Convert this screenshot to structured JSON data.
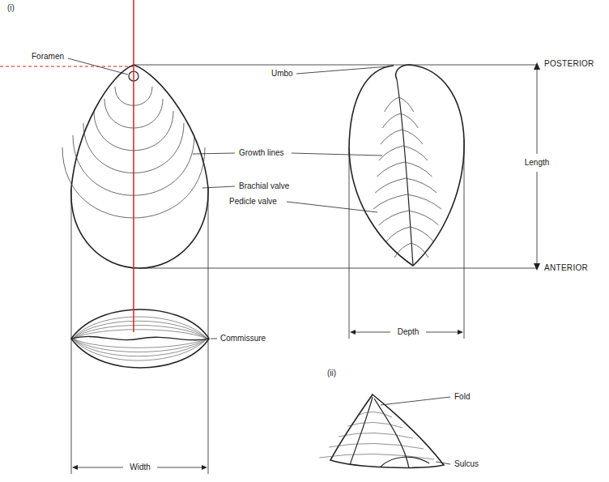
{
  "diagram": {
    "labels": [
      "(i)",
      "Foramen",
      "Umbo",
      "POSTERIOR",
      "Growth lines",
      "Brachial valve",
      "Length",
      "Pedicle valve",
      "ANTERIOR",
      "Depth",
      "(ii)",
      "Commissure",
      "Fold",
      "Sulcus",
      "Width"
    ]
  }
}
